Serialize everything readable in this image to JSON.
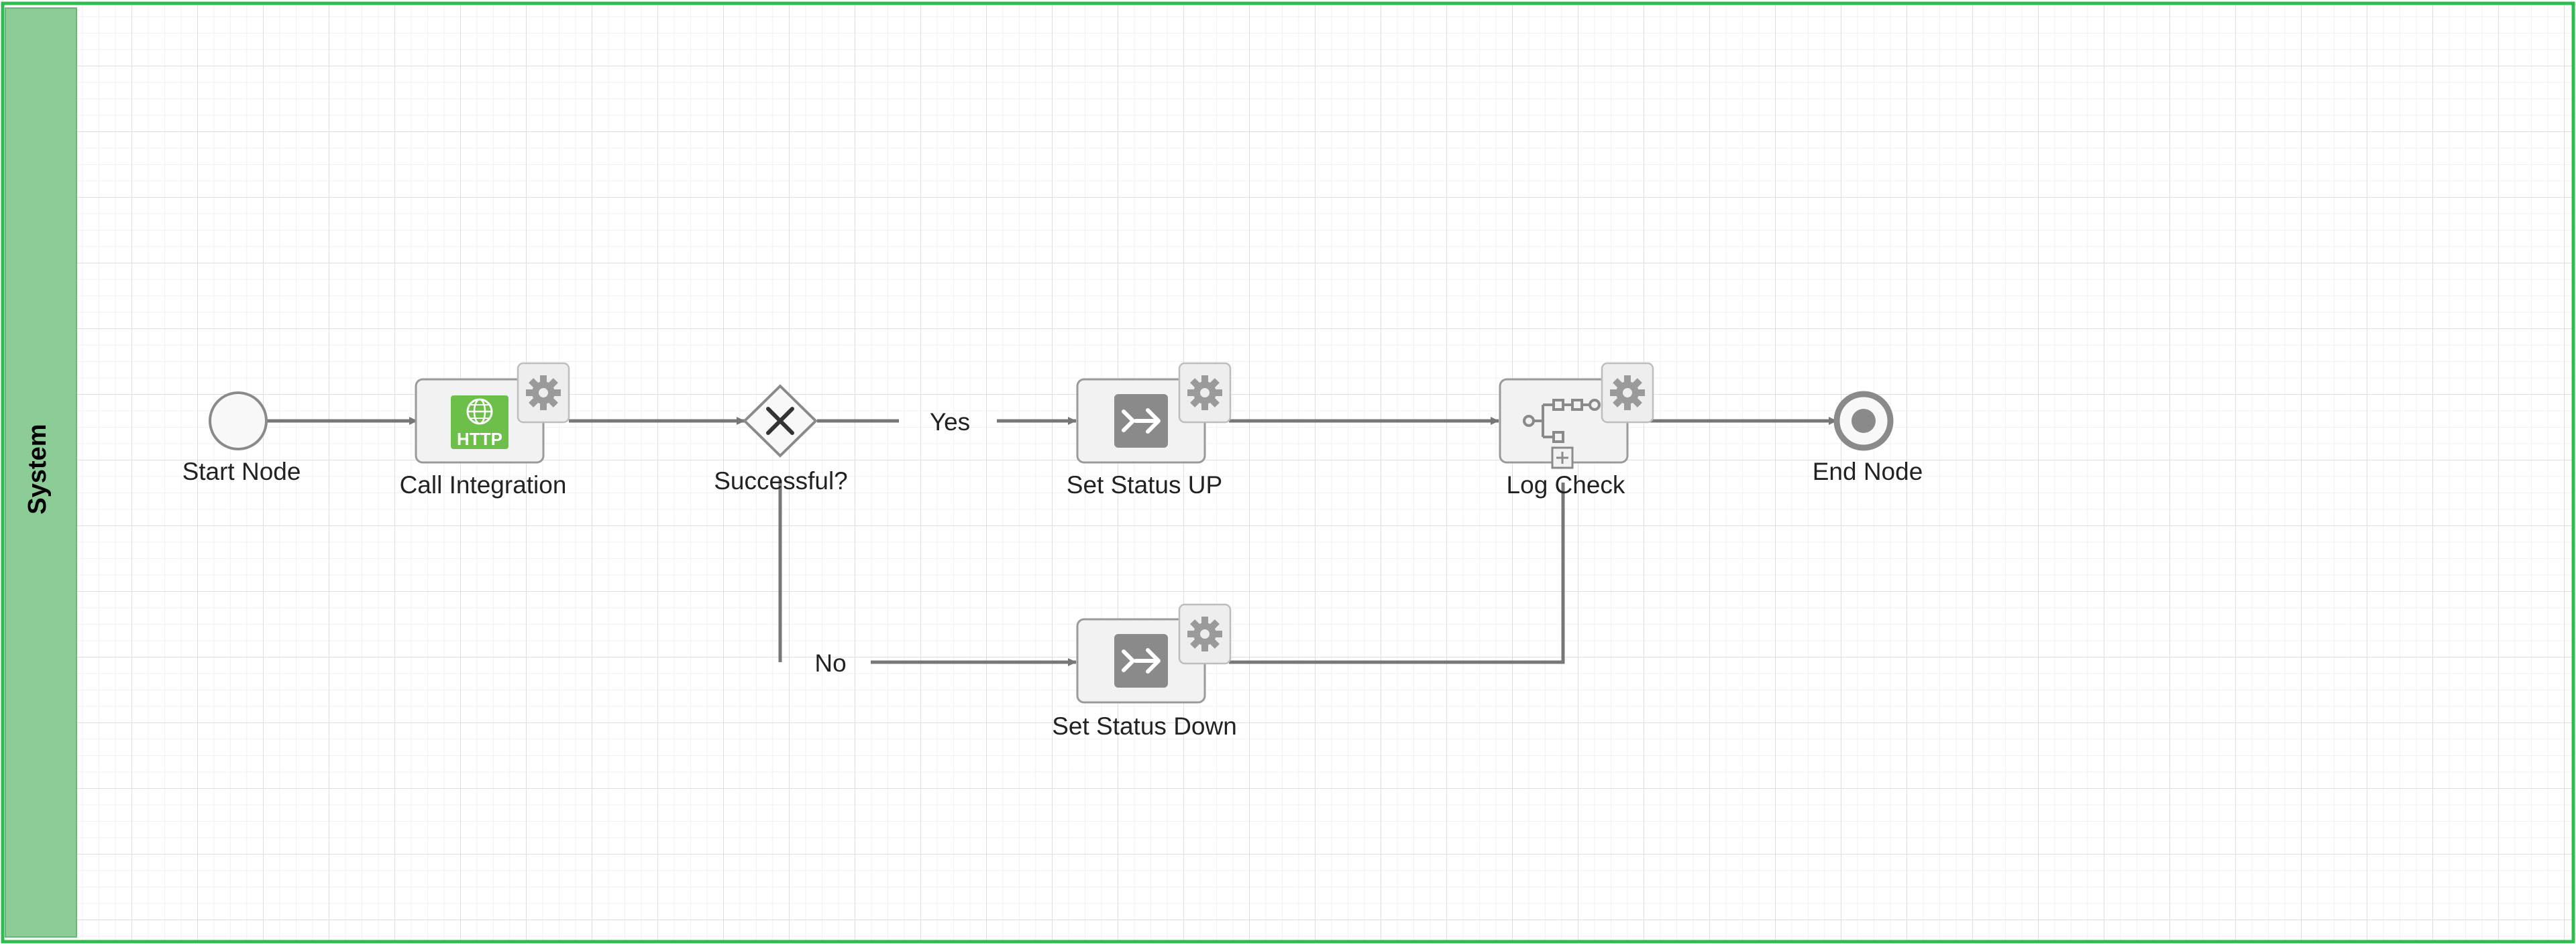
{
  "colors": {
    "lane_header": "#8ccc97",
    "lane_border": "#2dbd4e",
    "grid": "#e6e6e6",
    "edge": "#777777",
    "task_fill": "#f2f2f2",
    "task_stroke": "#9a9a9a",
    "http_green": "#6cc04a",
    "icon_gray": "#8a8a8a"
  },
  "lane": {
    "title": "System"
  },
  "nodes": {
    "start": {
      "label": "Start Node",
      "icon": "start-event-circle"
    },
    "call_integration": {
      "label": "Call Integration",
      "icon": "http-globe-icon",
      "icon_text": "HTTP",
      "badge": "gear-icon"
    },
    "gateway": {
      "label": "Successful?",
      "icon": "exclusive-gateway-x"
    },
    "set_status_up": {
      "label": "Set Status UP",
      "icon": "script-arrow-icon",
      "badge": "gear-icon"
    },
    "set_status_down": {
      "label": "Set Status Down",
      "icon": "script-arrow-icon",
      "badge": "gear-icon"
    },
    "log_check": {
      "label": "Log Check",
      "icon": "subprocess-flow-icon",
      "badge": "gear-icon",
      "marker": "expand-plus-icon"
    },
    "end": {
      "label": "End Node",
      "icon": "end-event-circle"
    }
  },
  "edges": {
    "yes_label": "Yes",
    "no_label": "No"
  }
}
